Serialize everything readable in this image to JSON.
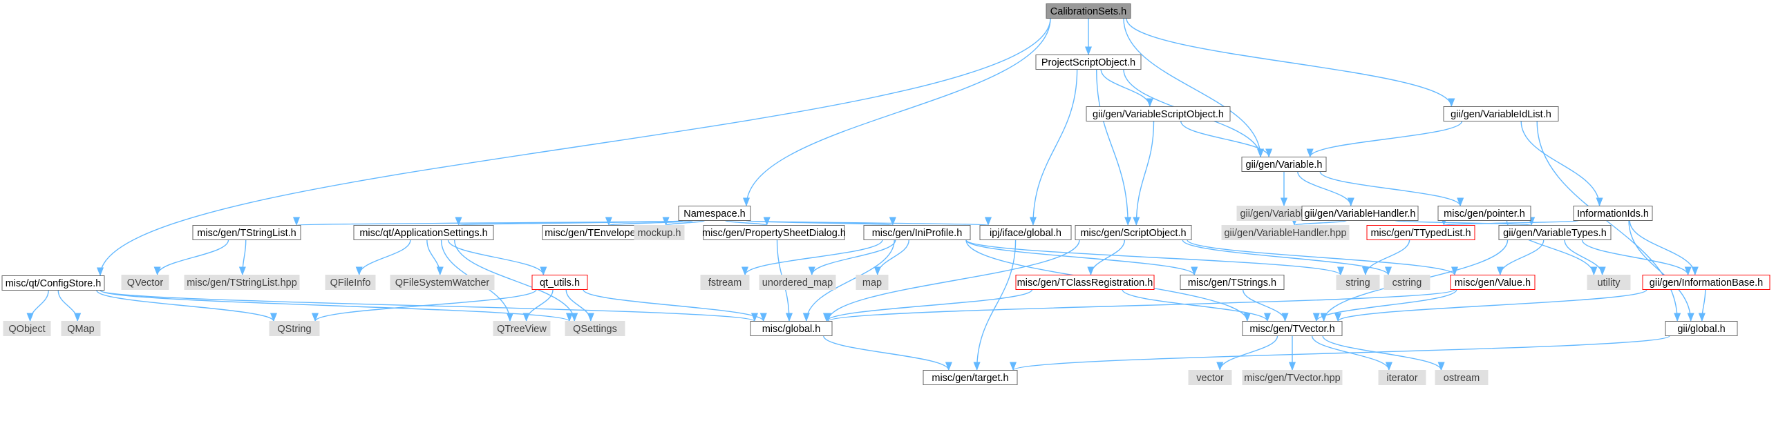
{
  "colors": {
    "edge": "#63b8ff",
    "focus_fill": "#999999",
    "focus_stroke": "#666666",
    "node_fill": "#ffffff",
    "node_stroke": "#666666",
    "system_fill": "#e0e0e0",
    "system_stroke": "#e0e0e0",
    "truncated_stroke": "#ff0000",
    "text": "#000000",
    "system_text": "#404040"
  },
  "diagram": {
    "nodes": [
      {
        "id": "calibrationsets",
        "label": "CalibrationSets.h",
        "kind": "focus"
      },
      {
        "id": "projectscriptobject",
        "label": "ProjectScriptObject.h",
        "kind": "header"
      },
      {
        "id": "variablescriptobject",
        "label": "gii/gen/VariableScriptObject.h",
        "kind": "header"
      },
      {
        "id": "variableidlist",
        "label": "gii/gen/VariableIdList.h",
        "kind": "header"
      },
      {
        "id": "variable",
        "label": "gii/gen/Variable.h",
        "kind": "header"
      },
      {
        "id": "variable_hpp",
        "label": "gii/gen/Variable.hpp",
        "kind": "system"
      },
      {
        "id": "variablehandler",
        "label": "gii/gen/VariableHandler.h",
        "kind": "header"
      },
      {
        "id": "pointer",
        "label": "misc/gen/pointer.h",
        "kind": "header"
      },
      {
        "id": "informationids",
        "label": "InformationIds.h",
        "kind": "header"
      },
      {
        "id": "namespace",
        "label": "Namespace.h",
        "kind": "header"
      },
      {
        "id": "tstringlist",
        "label": "misc/gen/TStringList.h",
        "kind": "header"
      },
      {
        "id": "applicationsettings",
        "label": "misc/qt/ApplicationSettings.h",
        "kind": "header"
      },
      {
        "id": "tenvelope",
        "label": "misc/gen/TEnvelope.h",
        "kind": "header"
      },
      {
        "id": "mockup",
        "label": "mockup.h",
        "kind": "system"
      },
      {
        "id": "propertysheetdialog",
        "label": "misc/gen/PropertySheetDialog.h",
        "kind": "header"
      },
      {
        "id": "iniprofile",
        "label": "misc/gen/IniProfile.h",
        "kind": "header"
      },
      {
        "id": "ipj_global",
        "label": "ipj/iface/global.h",
        "kind": "header"
      },
      {
        "id": "scriptobject",
        "label": "misc/gen/ScriptObject.h",
        "kind": "header"
      },
      {
        "id": "variablehandler_hpp",
        "label": "gii/gen/VariableHandler.hpp",
        "kind": "system"
      },
      {
        "id": "ttypedlist",
        "label": "misc/gen/TTypedList.h",
        "kind": "truncated"
      },
      {
        "id": "variabletypes",
        "label": "gii/gen/VariableTypes.h",
        "kind": "header"
      },
      {
        "id": "configstore",
        "label": "misc/qt/ConfigStore.h",
        "kind": "header"
      },
      {
        "id": "qvector",
        "label": "QVector",
        "kind": "system"
      },
      {
        "id": "tstringlist_hpp",
        "label": "misc/gen/TStringList.hpp",
        "kind": "system"
      },
      {
        "id": "qfileinfo",
        "label": "QFileInfo",
        "kind": "system"
      },
      {
        "id": "qfilesystemwatcher",
        "label": "QFileSystemWatcher",
        "kind": "system"
      },
      {
        "id": "qt_utils",
        "label": "qt_utils.h",
        "kind": "truncated"
      },
      {
        "id": "fstream",
        "label": "fstream",
        "kind": "system"
      },
      {
        "id": "unordered_map",
        "label": "unordered_map",
        "kind": "system"
      },
      {
        "id": "map",
        "label": "map",
        "kind": "system"
      },
      {
        "id": "tclassregistration",
        "label": "misc/gen/TClassRegistration.h",
        "kind": "truncated"
      },
      {
        "id": "tstrings",
        "label": "misc/gen/TStrings.h",
        "kind": "header"
      },
      {
        "id": "string",
        "label": "string",
        "kind": "system"
      },
      {
        "id": "cstring",
        "label": "cstring",
        "kind": "system"
      },
      {
        "id": "value",
        "label": "misc/gen/Value.h",
        "kind": "truncated"
      },
      {
        "id": "utility",
        "label": "utility",
        "kind": "system"
      },
      {
        "id": "informationbase",
        "label": "gii/gen/InformationBase.h",
        "kind": "truncated"
      },
      {
        "id": "qobject",
        "label": "QObject",
        "kind": "system"
      },
      {
        "id": "qmap",
        "label": "QMap",
        "kind": "system"
      },
      {
        "id": "qstring",
        "label": "QString",
        "kind": "system"
      },
      {
        "id": "qtreeview",
        "label": "QTreeView",
        "kind": "system"
      },
      {
        "id": "qsettings",
        "label": "QSettings",
        "kind": "system"
      },
      {
        "id": "misc_global",
        "label": "misc/global.h",
        "kind": "header"
      },
      {
        "id": "tvector",
        "label": "misc/gen/TVector.h",
        "kind": "header"
      },
      {
        "id": "gii_global",
        "label": "gii/global.h",
        "kind": "header"
      },
      {
        "id": "target",
        "label": "misc/gen/target.h",
        "kind": "header"
      },
      {
        "id": "vector",
        "label": "vector",
        "kind": "system"
      },
      {
        "id": "tvector_hpp",
        "label": "misc/gen/TVector.hpp",
        "kind": "system"
      },
      {
        "id": "iterator",
        "label": "iterator",
        "kind": "system"
      },
      {
        "id": "ostream",
        "label": "ostream",
        "kind": "system"
      }
    ],
    "edges": [
      [
        "calibrationsets",
        "configstore"
      ],
      [
        "calibrationsets",
        "namespace"
      ],
      [
        "calibrationsets",
        "projectscriptobject"
      ],
      [
        "calibrationsets",
        "variable"
      ],
      [
        "calibrationsets",
        "variableidlist"
      ],
      [
        "projectscriptobject",
        "variablescriptobject"
      ],
      [
        "projectscriptobject",
        "variable"
      ],
      [
        "projectscriptobject",
        "ipj_global"
      ],
      [
        "projectscriptobject",
        "scriptobject"
      ],
      [
        "variablescriptobject",
        "variable"
      ],
      [
        "variablescriptobject",
        "scriptobject"
      ],
      [
        "variableidlist",
        "variable"
      ],
      [
        "variableidlist",
        "informationids"
      ],
      [
        "variableidlist",
        "gii_global"
      ],
      [
        "variable",
        "variable_hpp"
      ],
      [
        "variable",
        "variablehandler"
      ],
      [
        "variable",
        "pointer"
      ],
      [
        "variablehandler",
        "variablehandler_hpp"
      ],
      [
        "variablehandler",
        "variabletypes"
      ],
      [
        "pointer",
        "utility"
      ],
      [
        "informationids",
        "ttypedlist"
      ],
      [
        "informationids",
        "informationbase"
      ],
      [
        "informationids",
        "gii_global"
      ],
      [
        "namespace",
        "tstringlist"
      ],
      [
        "namespace",
        "applicationsettings"
      ],
      [
        "namespace",
        "tenvelope"
      ],
      [
        "namespace",
        "mockup"
      ],
      [
        "namespace",
        "propertysheetdialog"
      ],
      [
        "namespace",
        "iniprofile"
      ],
      [
        "namespace",
        "ipj_global"
      ],
      [
        "tstringlist",
        "qvector"
      ],
      [
        "tstringlist",
        "tstringlist_hpp"
      ],
      [
        "applicationsettings",
        "qfileinfo"
      ],
      [
        "applicationsettings",
        "qfilesystemwatcher"
      ],
      [
        "applicationsettings",
        "qt_utils"
      ],
      [
        "applicationsettings",
        "qtreeview"
      ],
      [
        "applicationsettings",
        "qsettings"
      ],
      [
        "qt_utils",
        "qstring"
      ],
      [
        "qt_utils",
        "qtreeview"
      ],
      [
        "qt_utils",
        "qsettings"
      ],
      [
        "qt_utils",
        "misc_global"
      ],
      [
        "propertysheetdialog",
        "misc_global"
      ],
      [
        "iniprofile",
        "fstream"
      ],
      [
        "iniprofile",
        "unordered_map"
      ],
      [
        "iniprofile",
        "map"
      ],
      [
        "iniprofile",
        "tstrings"
      ],
      [
        "iniprofile",
        "string"
      ],
      [
        "iniprofile",
        "misc_global"
      ],
      [
        "iniprofile",
        "tvector"
      ],
      [
        "ipj_global",
        "target"
      ],
      [
        "scriptobject",
        "tclassregistration"
      ],
      [
        "scriptobject",
        "cstring"
      ],
      [
        "scriptobject",
        "value"
      ],
      [
        "scriptobject",
        "misc_global"
      ],
      [
        "ttypedlist",
        "string"
      ],
      [
        "variabletypes",
        "value"
      ],
      [
        "variabletypes",
        "utility"
      ],
      [
        "variabletypes",
        "informationbase"
      ],
      [
        "variabletypes",
        "tvector"
      ],
      [
        "tclassregistration",
        "misc_global"
      ],
      [
        "tclassregistration",
        "tvector"
      ],
      [
        "tstrings",
        "tvector"
      ],
      [
        "value",
        "misc_global"
      ],
      [
        "value",
        "tvector"
      ],
      [
        "informationbase",
        "tvector"
      ],
      [
        "informationbase",
        "gii_global"
      ],
      [
        "configstore",
        "qobject"
      ],
      [
        "configstore",
        "qmap"
      ],
      [
        "configstore",
        "qstring"
      ],
      [
        "configstore",
        "qsettings"
      ],
      [
        "configstore",
        "misc_global"
      ],
      [
        "misc_global",
        "target"
      ],
      [
        "gii_global",
        "target"
      ],
      [
        "tvector",
        "vector"
      ],
      [
        "tvector",
        "tvector_hpp"
      ],
      [
        "tvector",
        "iterator"
      ],
      [
        "tvector",
        "ostream"
      ]
    ]
  }
}
